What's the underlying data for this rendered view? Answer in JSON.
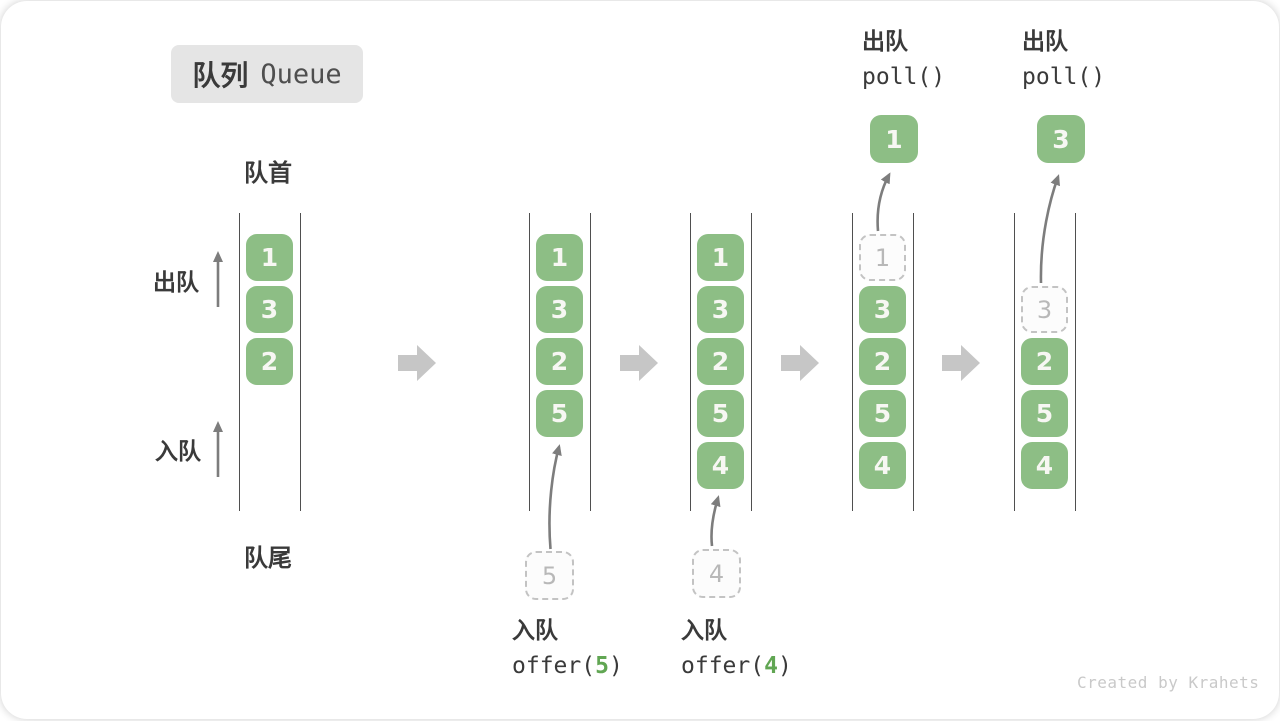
{
  "title": {
    "zh": "队列",
    "en": "Queue"
  },
  "labels": {
    "front": "队首",
    "rear": "队尾",
    "dequeue_side": "出队",
    "enqueue_side": "入队"
  },
  "states": [
    {
      "name": "state-1",
      "slots": [
        {
          "value": "1",
          "type": "solid"
        },
        {
          "value": "3",
          "type": "solid"
        },
        {
          "value": "2",
          "type": "solid"
        }
      ]
    },
    {
      "name": "state-2",
      "slots": [
        {
          "value": "1",
          "type": "solid"
        },
        {
          "value": "3",
          "type": "solid"
        },
        {
          "value": "2",
          "type": "solid"
        },
        {
          "value": "5",
          "type": "solid"
        }
      ]
    },
    {
      "name": "state-3",
      "slots": [
        {
          "value": "1",
          "type": "solid"
        },
        {
          "value": "3",
          "type": "solid"
        },
        {
          "value": "2",
          "type": "solid"
        },
        {
          "value": "5",
          "type": "solid"
        },
        {
          "value": "4",
          "type": "solid"
        }
      ]
    },
    {
      "name": "state-4",
      "slots": [
        {
          "value": "1",
          "type": "ghost"
        },
        {
          "value": "3",
          "type": "solid"
        },
        {
          "value": "2",
          "type": "solid"
        },
        {
          "value": "5",
          "type": "solid"
        },
        {
          "value": "4",
          "type": "solid"
        }
      ]
    },
    {
      "name": "state-5",
      "slots": [
        {
          "value": "3",
          "type": "ghost"
        },
        {
          "value": "2",
          "type": "solid"
        },
        {
          "value": "5",
          "type": "solid"
        },
        {
          "value": "4",
          "type": "solid"
        }
      ]
    }
  ],
  "operations": {
    "enqueue_5": {
      "label": "入队",
      "code_prefix": "offer(",
      "arg": "5",
      "code_suffix": ")",
      "pending_value": "5"
    },
    "enqueue_4": {
      "label": "入队",
      "code_prefix": "offer(",
      "arg": "4",
      "code_suffix": ")",
      "pending_value": "4"
    },
    "poll_1": {
      "label": "出队",
      "code": "poll()",
      "result": "1"
    },
    "poll_2": {
      "label": "出队",
      "code": "poll()",
      "result": "3"
    }
  },
  "watermark": "Created by Krahets",
  "colors": {
    "item_green": "#8dbe85",
    "ghost_gray": "#c3c3c3",
    "arg_green": "#61a653",
    "block_arrow_gray": "#c6c6c6",
    "line_dark": "#4f4f4f"
  }
}
